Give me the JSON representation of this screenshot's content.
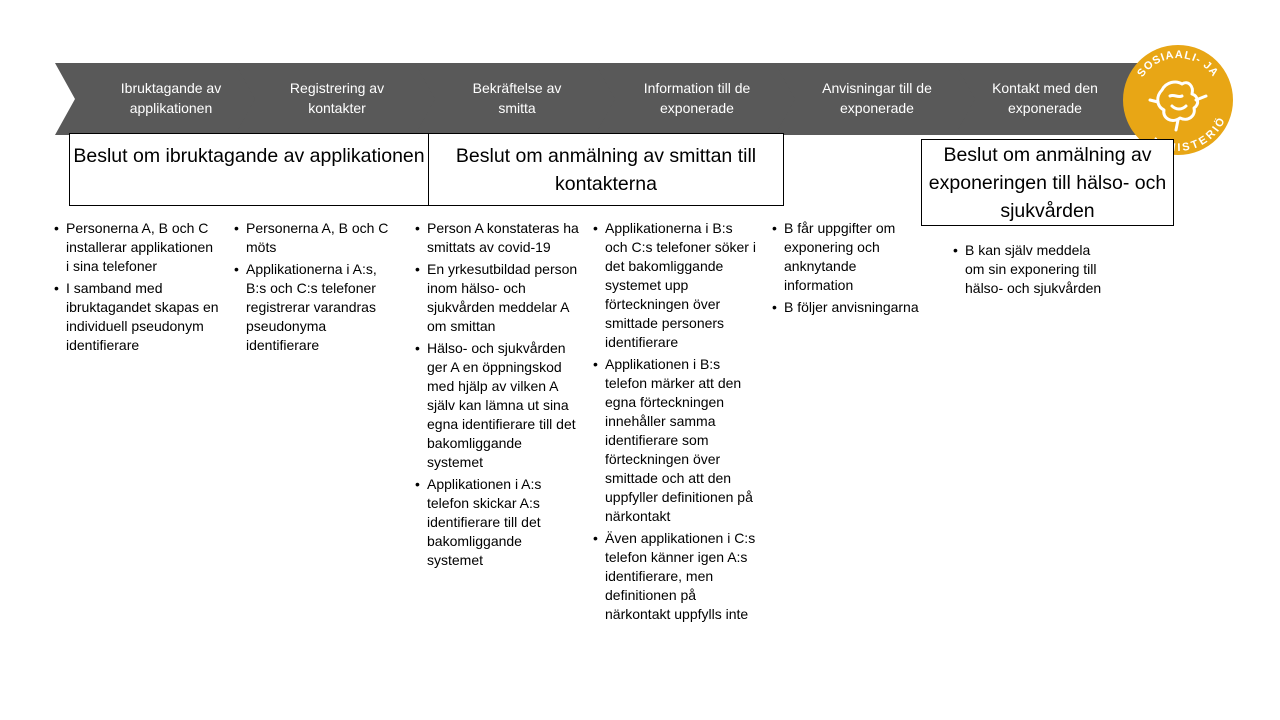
{
  "process": {
    "steps": [
      {
        "label": "Ibruktagande av applikationen"
      },
      {
        "label": "Registrering av kontakter"
      },
      {
        "label": "Bekräftelse av smitta"
      },
      {
        "label": "Information till de exponerade"
      },
      {
        "label": "Anvisningar till de exponerade"
      },
      {
        "label": "Kontakt med den exponerade"
      }
    ],
    "arrow_color": "#595959"
  },
  "logo": {
    "text": "SOSIAALI- JA TERVEYSMINISTERIÖ",
    "visible_text_top": "SOSIAALI- JA",
    "visible_text_bottom": "MINISTERIÖ",
    "color": "#e8a615",
    "icon": "lion-crest-icon"
  },
  "decisions": [
    {
      "text": "Beslut om ibruktagande av applikationen"
    },
    {
      "text": "Beslut om anmälning av smittan till kontakterna"
    },
    {
      "text": "Beslut om anmälning av exponeringen till hälso- och sjukvården"
    }
  ],
  "columns": [
    {
      "bullets": [
        "Personerna A, B och C installerar applikationen i sina telefoner",
        "I samband med ibruktagandet skapas en individuell pseudonym identifierare"
      ]
    },
    {
      "bullets": [
        "Personerna A, B och C möts",
        "Applikationerna i A:s, B:s och C:s telefoner registrerar varandras pseudonyma identifierare"
      ]
    },
    {
      "bullets": [
        "Person A konstateras ha smittats av covid-19",
        "En yrkesutbildad person inom hälso- och sjukvården meddelar A om smittan",
        "Hälso- och sjukvården ger A en öppningskod med hjälp av vilken A själv kan lämna ut sina egna identifierare till det bakomliggande systemet",
        "Applikationen i A:s telefon skickar A:s identifierare till det bakomliggande systemet"
      ]
    },
    {
      "bullets": [
        "Applikationerna i B:s och C:s telefoner söker i det bakomliggande systemet upp förteckningen över smittade personers identifierare",
        "Applikationen i B:s telefon märker att den egna förteckningen innehåller samma identifierare som förteckningen över smittade och att den uppfyller definitionen på närkontakt",
        "Även applikationen i C:s telefon känner igen A:s identifierare, men definitionen på närkontakt uppfylls inte"
      ]
    },
    {
      "bullets": [
        "B får uppgifter om exponering och anknytande information",
        "B följer anvisningarna"
      ]
    },
    {
      "bullets": [
        "B kan själv meddela om sin exponering till hälso- och sjukvården"
      ]
    }
  ]
}
